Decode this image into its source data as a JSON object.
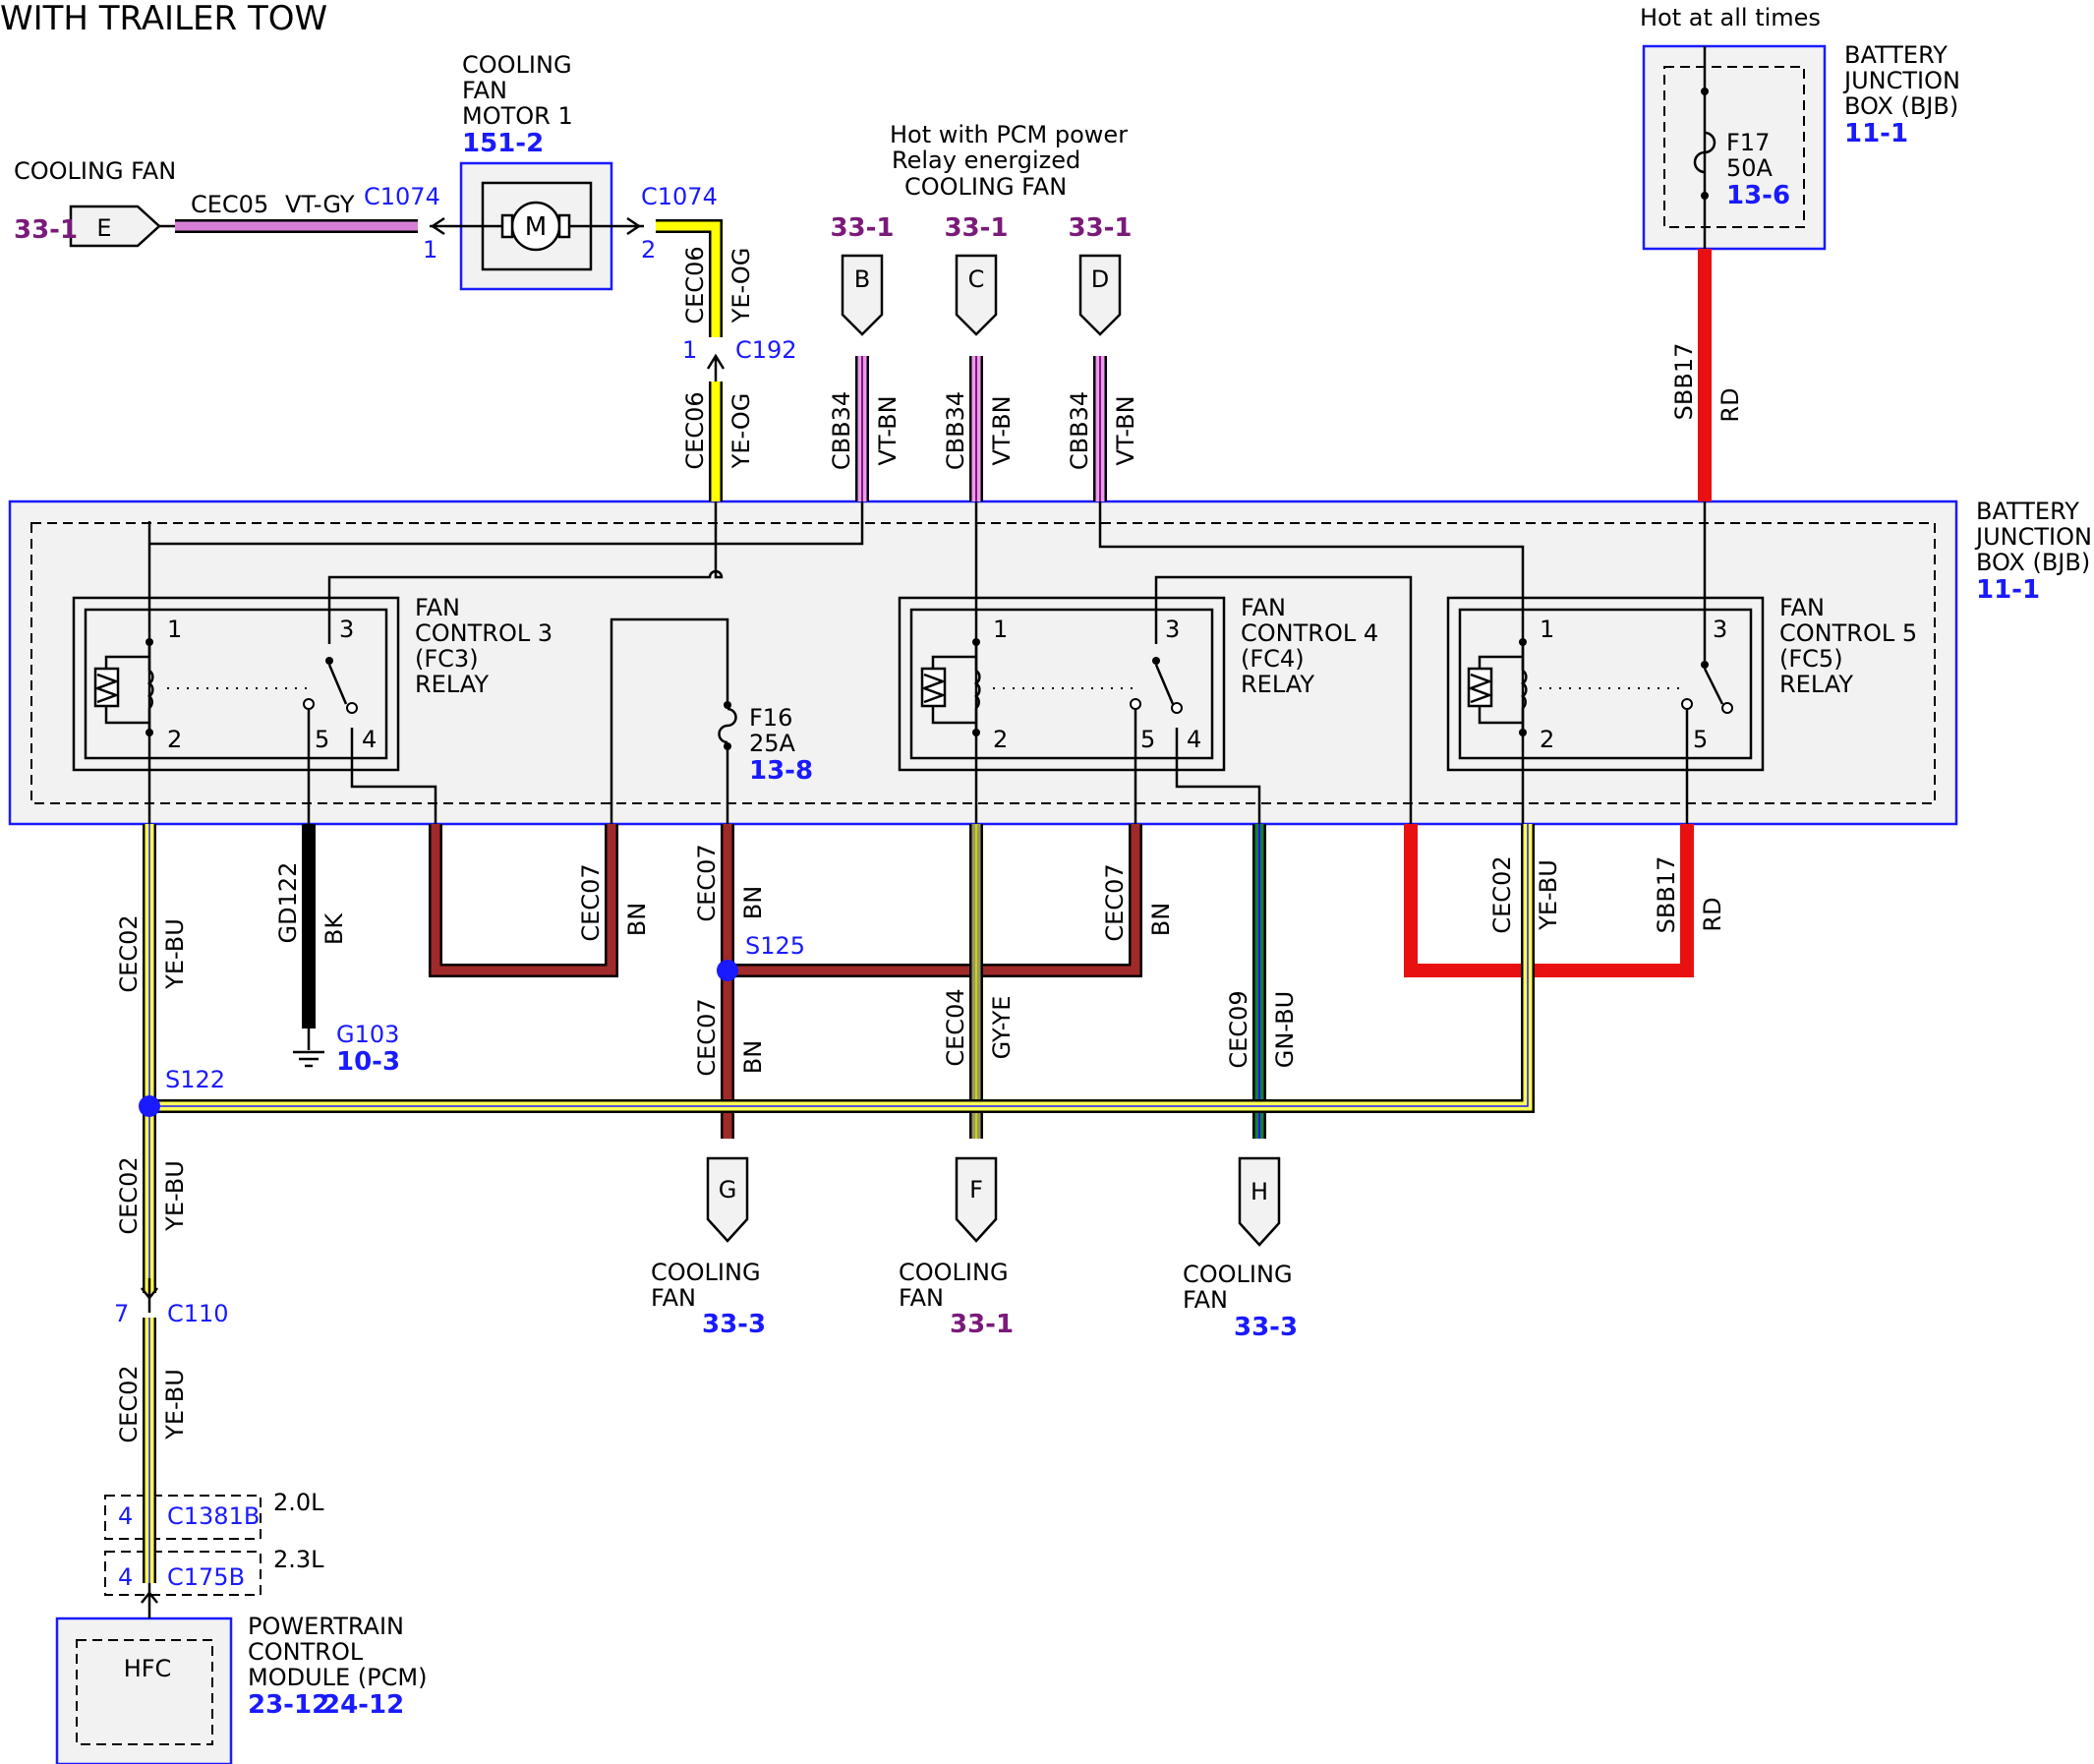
{
  "title": "WITH TRAILER TOW",
  "colors": {
    "VT-GY": "#d77fd7",
    "YE-OG": "#ffff00",
    "VT-BN": "#ee99ee",
    "RD": "#e81010",
    "YE-BU": "#ffff55",
    "BK": "#000000",
    "BN": "#a02a2a",
    "GY-YE": "#999966",
    "GN-BU": "#1a7a3a",
    "blue": "#1a1aff",
    "purple": "#7a1a7a"
  },
  "components": {
    "motor": {
      "lines": [
        "COOLING",
        "FAN",
        "MOTOR 1"
      ],
      "ref": "151-2",
      "symbol": "M"
    },
    "bjb_top": {
      "lines": [
        "BATTERY",
        "JUNCTION",
        "BOX (BJB)"
      ],
      "ref": "11-1",
      "hot": "Hot at all times",
      "fuse": "F17",
      "amps": "50A",
      "fuse_ref": "13-6"
    },
    "bjb_main": {
      "lines": [
        "BATTERY",
        "JUNCTION",
        "BOX (BJB)"
      ],
      "ref": "11-1"
    },
    "fc3": {
      "lines": [
        "FAN",
        "CONTROL 3",
        "(FC3)",
        "RELAY"
      ]
    },
    "fc4": {
      "lines": [
        "FAN",
        "CONTROL 4",
        "(FC4)",
        "RELAY"
      ]
    },
    "fc5": {
      "lines": [
        "FAN",
        "CONTROL 5",
        "(FC5)",
        "RELAY"
      ]
    },
    "f16": {
      "fuse": "F16",
      "amps": "25A",
      "ref": "13-8"
    },
    "pcm": {
      "lines": [
        "POWERTRAIN",
        "CONTROL",
        "MODULE (PCM)"
      ],
      "refs": [
        "23-12",
        "24-12"
      ],
      "inner": "HFC"
    },
    "pcm_note": [
      "Hot with PCM power",
      "Relay energized",
      "COOLING FAN"
    ],
    "ground": {
      "id": "G103",
      "ref": "10-3"
    }
  },
  "pins": {
    "p1": "1",
    "p2": "2",
    "p3": "3",
    "p4": "4",
    "p5": "5",
    "p7": "7"
  },
  "connectors": {
    "c1074a": "C1074",
    "c1074b": "C1074",
    "c192": "C192",
    "c110": "C110",
    "c1381b": "C1381B",
    "c175b": "C175B",
    "eng20": "2.0L",
    "eng23": "2.3L"
  },
  "splices": {
    "s122": "S122",
    "s125": "S125"
  },
  "offpage": {
    "E": {
      "letter": "E",
      "label": "COOLING FAN",
      "ref": "33-1"
    },
    "B": {
      "letter": "B",
      "ref": "33-1"
    },
    "C": {
      "letter": "C",
      "ref": "33-1"
    },
    "D": {
      "letter": "D",
      "ref": "33-1"
    },
    "G": {
      "letter": "G",
      "lines": [
        "COOLING",
        "FAN"
      ],
      "ref": "33-3"
    },
    "F": {
      "letter": "F",
      "lines": [
        "COOLING",
        "FAN"
      ],
      "ref": "33-1"
    },
    "H": {
      "letter": "H",
      "lines": [
        "COOLING",
        "FAN"
      ],
      "ref": "33-3"
    }
  },
  "wires": {
    "cec05": {
      "circuit": "CEC05",
      "color": "VT-GY"
    },
    "cec06": {
      "circuit": "CEC06",
      "color": "YE-OG"
    },
    "cbb34": {
      "circuit": "CBB34",
      "color": "VT-BN"
    },
    "sbb17": {
      "circuit": "SBB17",
      "color": "RD"
    },
    "cec02": {
      "circuit": "CEC02",
      "color": "YE-BU"
    },
    "gd122": {
      "circuit": "GD122",
      "color": "BK"
    },
    "cec07": {
      "circuit": "CEC07",
      "color": "BN"
    },
    "cec04": {
      "circuit": "CEC04",
      "color": "GY-YE"
    },
    "cec09": {
      "circuit": "CEC09",
      "color": "GN-BU"
    }
  }
}
